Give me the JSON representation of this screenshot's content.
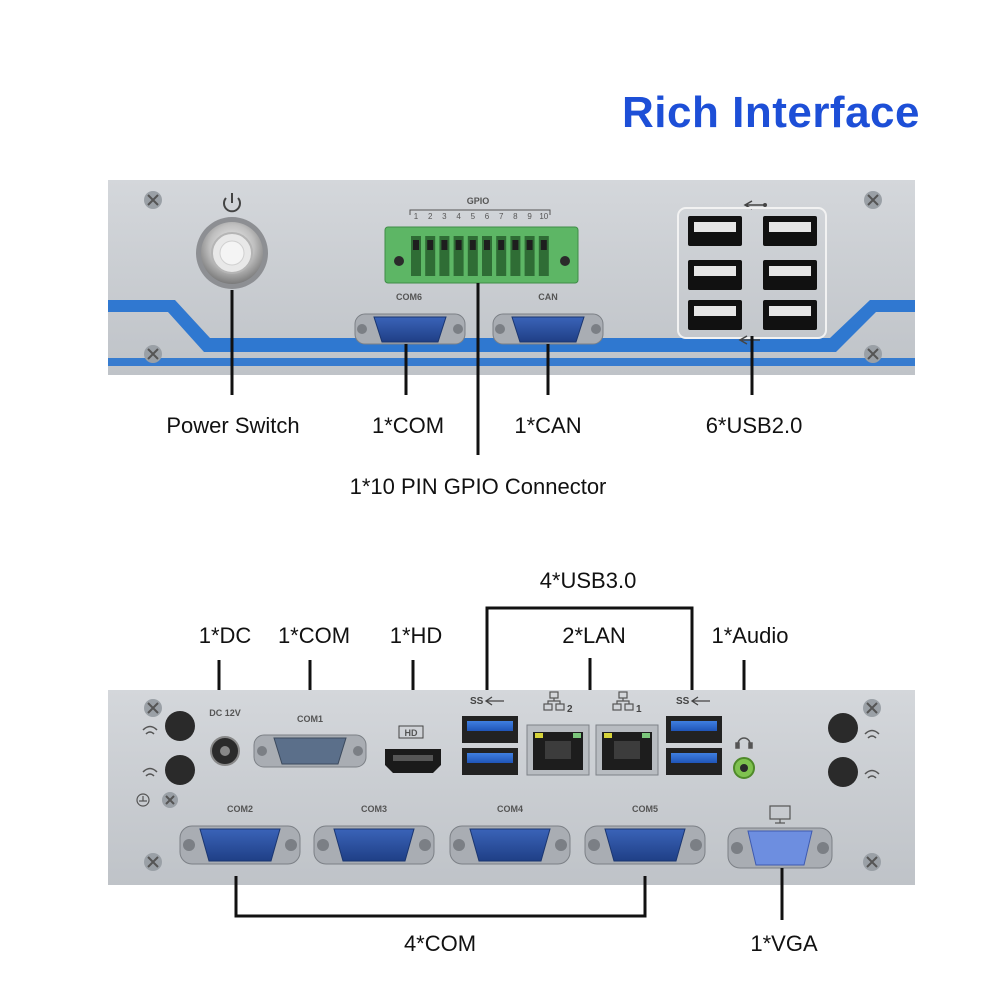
{
  "title": "Rich Interface",
  "top_panel": {
    "gpio_header": "GPIO",
    "gpio_pins": [
      "1",
      "2",
      "3",
      "4",
      "5",
      "6",
      "7",
      "8",
      "9",
      "10"
    ],
    "port_labels": {
      "com6": "COM6",
      "can": "CAN"
    },
    "callouts": {
      "power_switch": "Power Switch",
      "com": "1*COM",
      "can": "1*CAN",
      "usb2": "6*USB2.0",
      "gpio_connector": "1*10 PIN GPIO Connector"
    }
  },
  "bottom_panel": {
    "port_labels": {
      "dc": "DC 12V",
      "com1": "COM1",
      "com2": "COM2",
      "com3": "COM3",
      "com4": "COM4",
      "com5": "COM5",
      "lan1": "1",
      "lan2": "2",
      "usb_ss": "SS"
    },
    "callouts": {
      "usb3": "4*USB3.0",
      "dc": "1*DC",
      "com": "1*COM",
      "hd": "1*HD",
      "lan": "2*LAN",
      "audio": "1*Audio",
      "com4": "4*COM",
      "vga": "1*VGA"
    }
  },
  "colors": {
    "title": "#1d4fd7",
    "panel": "#c9ccd1",
    "stripe": "#1f6fd0",
    "gpio": "#5db665",
    "db9": "#2a4d9a"
  }
}
